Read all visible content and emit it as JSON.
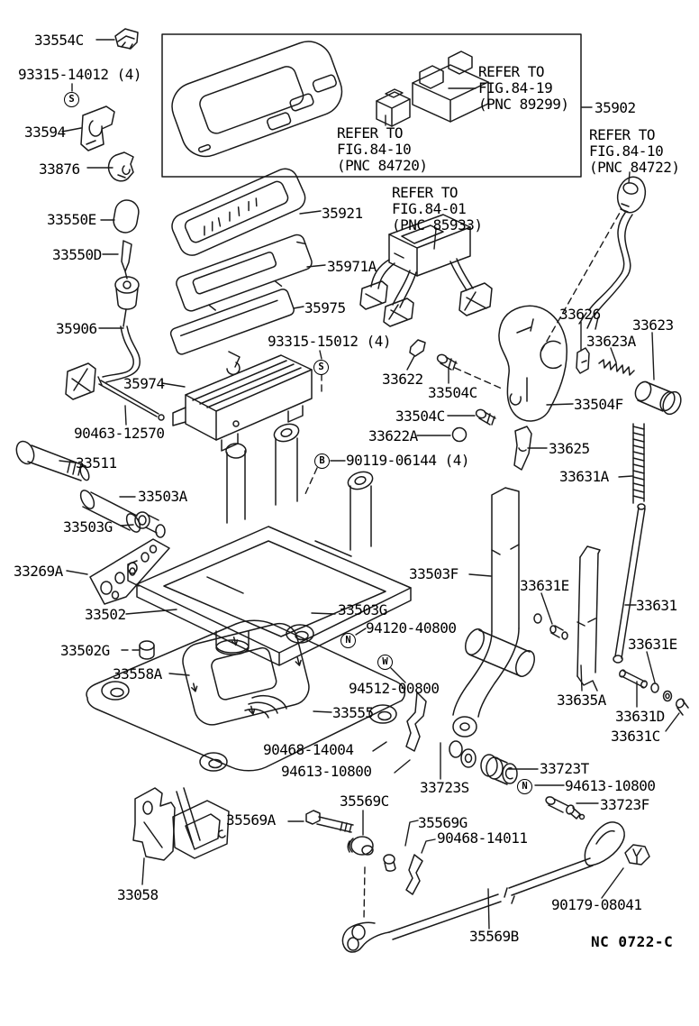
{
  "diagram": {
    "drawing_code": "NC 0722-C",
    "description": "Exploded parts diagram - gear shift lever and retainer assembly",
    "line_color": "#1a1a1a",
    "background_color": "#ffffff"
  },
  "labels": {
    "p33554C": "33554C",
    "p93315_14012": "93315-14012 (4)",
    "p33594": "33594",
    "p33876": "33876",
    "p35902": "35902",
    "p33550E": "33550E",
    "p33550D": "33550D",
    "p35906": "35906",
    "p35921": "35921",
    "p35971A": "35971A",
    "p35975": "35975",
    "p93315_15012": "93315-15012 (4)",
    "p33626": "33626",
    "p33623": "33623",
    "p33623A": "33623A",
    "p33622": "33622",
    "p33504C_a": "33504C",
    "p33504C_b": "33504C",
    "p33622A": "33622A",
    "p33504F": "33504F",
    "p33625": "33625",
    "p33631A": "33631A",
    "p35974": "35974",
    "p90463_12570": "90463-12570",
    "p33511": "33511",
    "p33503A": "33503A",
    "p33503G_left": "33503G",
    "p33269A": "33269A",
    "p33502": "33502",
    "p90119_06144": "90119-06144 (4)",
    "p33503F": "33503F",
    "p33503G_right": "33503G",
    "p94120_40800": "94120-40800",
    "p94512_00800": "94512-00800",
    "p33502G": "33502G",
    "p33558A": "33558A",
    "p33555": "33555",
    "p90468_14004": "90468-14004",
    "p94613_10800_left": "94613-10800",
    "p33631E_upper": "33631E",
    "p33631": "33631",
    "p33631E_lower": "33631E",
    "p33635A": "33635A",
    "p33631D": "33631D",
    "p33631C": "33631C",
    "p33723S": "33723S",
    "p33723T": "33723T",
    "p94613_10800_right": "94613-10800",
    "p33723F": "33723F",
    "p35569G": "35569G",
    "p90468_14011": "90468-14011",
    "p35569A": "35569A",
    "p35569C": "35569C",
    "p33058": "33058",
    "p35569B": "35569B",
    "p90179_08041": "90179-08041",
    "drawing_code": "NC 0722-C"
  },
  "refer_notes": {
    "fig_84_19": "REFER TO\nFIG.84-19\n(PNC 89299)",
    "fig_84_10_console": "REFER TO\nFIG.84-10\n(PNC 84720)",
    "fig_84_10_cable": "REFER TO\nFIG.84-10\n(PNC 84722)",
    "fig_84_01": "REFER TO\nFIG.84-01\n(PNC 85933)"
  },
  "circled_markers": {
    "s1": "S",
    "s2": "S",
    "b1": "B",
    "n1": "N",
    "w1": "W",
    "n2": "N"
  }
}
